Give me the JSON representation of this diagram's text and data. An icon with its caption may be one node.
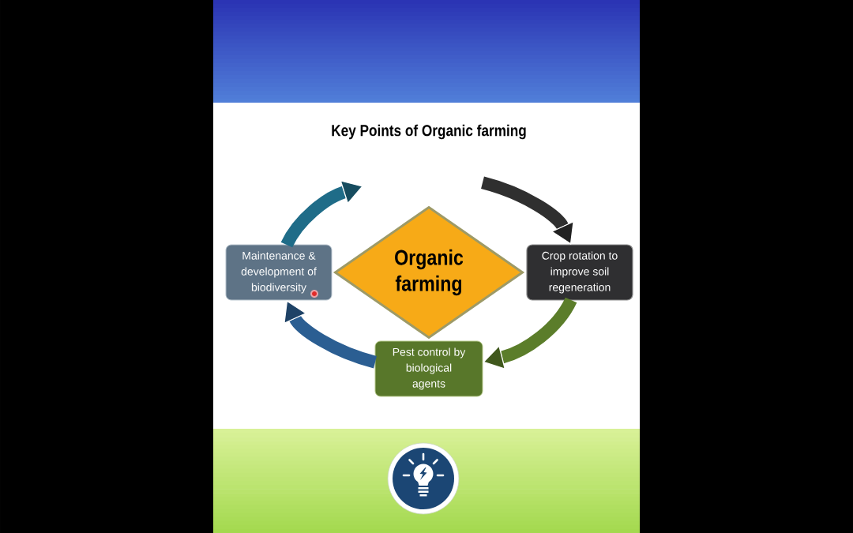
{
  "diagram": {
    "title": "Key Points of Organic farming",
    "nodes": [
      {
        "text": [
          "Maintenance & development of biodiversity"
        ]
      },
      {
        "text": [
          "Organic farming"
        ]
      },
      {
        "text": [
          "Crop rotation to improve soil regeneration"
        ]
      },
      {
        "text": [
          "Pest control by biological agents"
        ]
      }
    ],
    "edges": [
      {
        "from": 0,
        "to": null,
        "arrow": "to",
        "color": "#1f6c88"
      },
      {
        "from": null,
        "to": 2,
        "arrow": "to",
        "color": "#2f2f2f"
      },
      {
        "from": 2,
        "to": 3,
        "arrow": "to",
        "color": "#5b7d2a"
      },
      {
        "from": 3,
        "to": 0,
        "arrow": "to",
        "color": "#2b5e92"
      }
    ]
  }
}
